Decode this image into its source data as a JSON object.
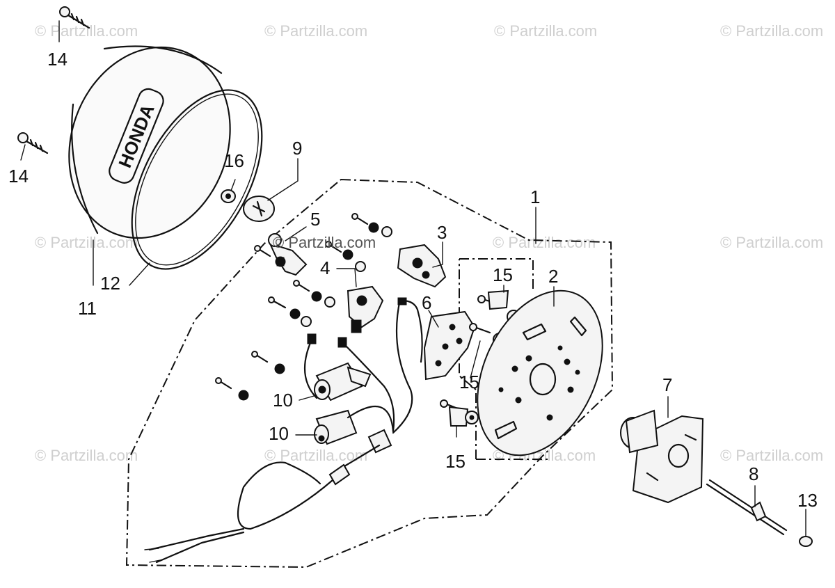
{
  "watermark": "© Partzilla.com",
  "callouts": [
    {
      "id": "c14a",
      "text": "14"
    },
    {
      "id": "c14b",
      "text": "14"
    },
    {
      "id": "c16",
      "text": "16"
    },
    {
      "id": "c9",
      "text": "9"
    },
    {
      "id": "c5",
      "text": "5"
    },
    {
      "id": "c3",
      "text": "3"
    },
    {
      "id": "c4",
      "text": "4"
    },
    {
      "id": "c1",
      "text": "1"
    },
    {
      "id": "c15a",
      "text": "15"
    },
    {
      "id": "c2",
      "text": "2"
    },
    {
      "id": "c6",
      "text": "6"
    },
    {
      "id": "c12",
      "text": "12"
    },
    {
      "id": "c11",
      "text": "11"
    },
    {
      "id": "c10a",
      "text": "10"
    },
    {
      "id": "c10b",
      "text": "10"
    },
    {
      "id": "c15b",
      "text": "15"
    },
    {
      "id": "c15c",
      "text": "15"
    },
    {
      "id": "c7",
      "text": "7"
    },
    {
      "id": "c8",
      "text": "8"
    },
    {
      "id": "c13",
      "text": "13"
    }
  ],
  "cover_emblem": "HONDA",
  "icons": {
    "bolt": "bolt-icon",
    "washer": "washer-icon",
    "condenser": "condenser-icon",
    "contact-breaker": "contact-breaker-icon",
    "base-plate": "base-plate-icon",
    "advancer": "advancer-icon",
    "shaft": "shaft-icon"
  }
}
